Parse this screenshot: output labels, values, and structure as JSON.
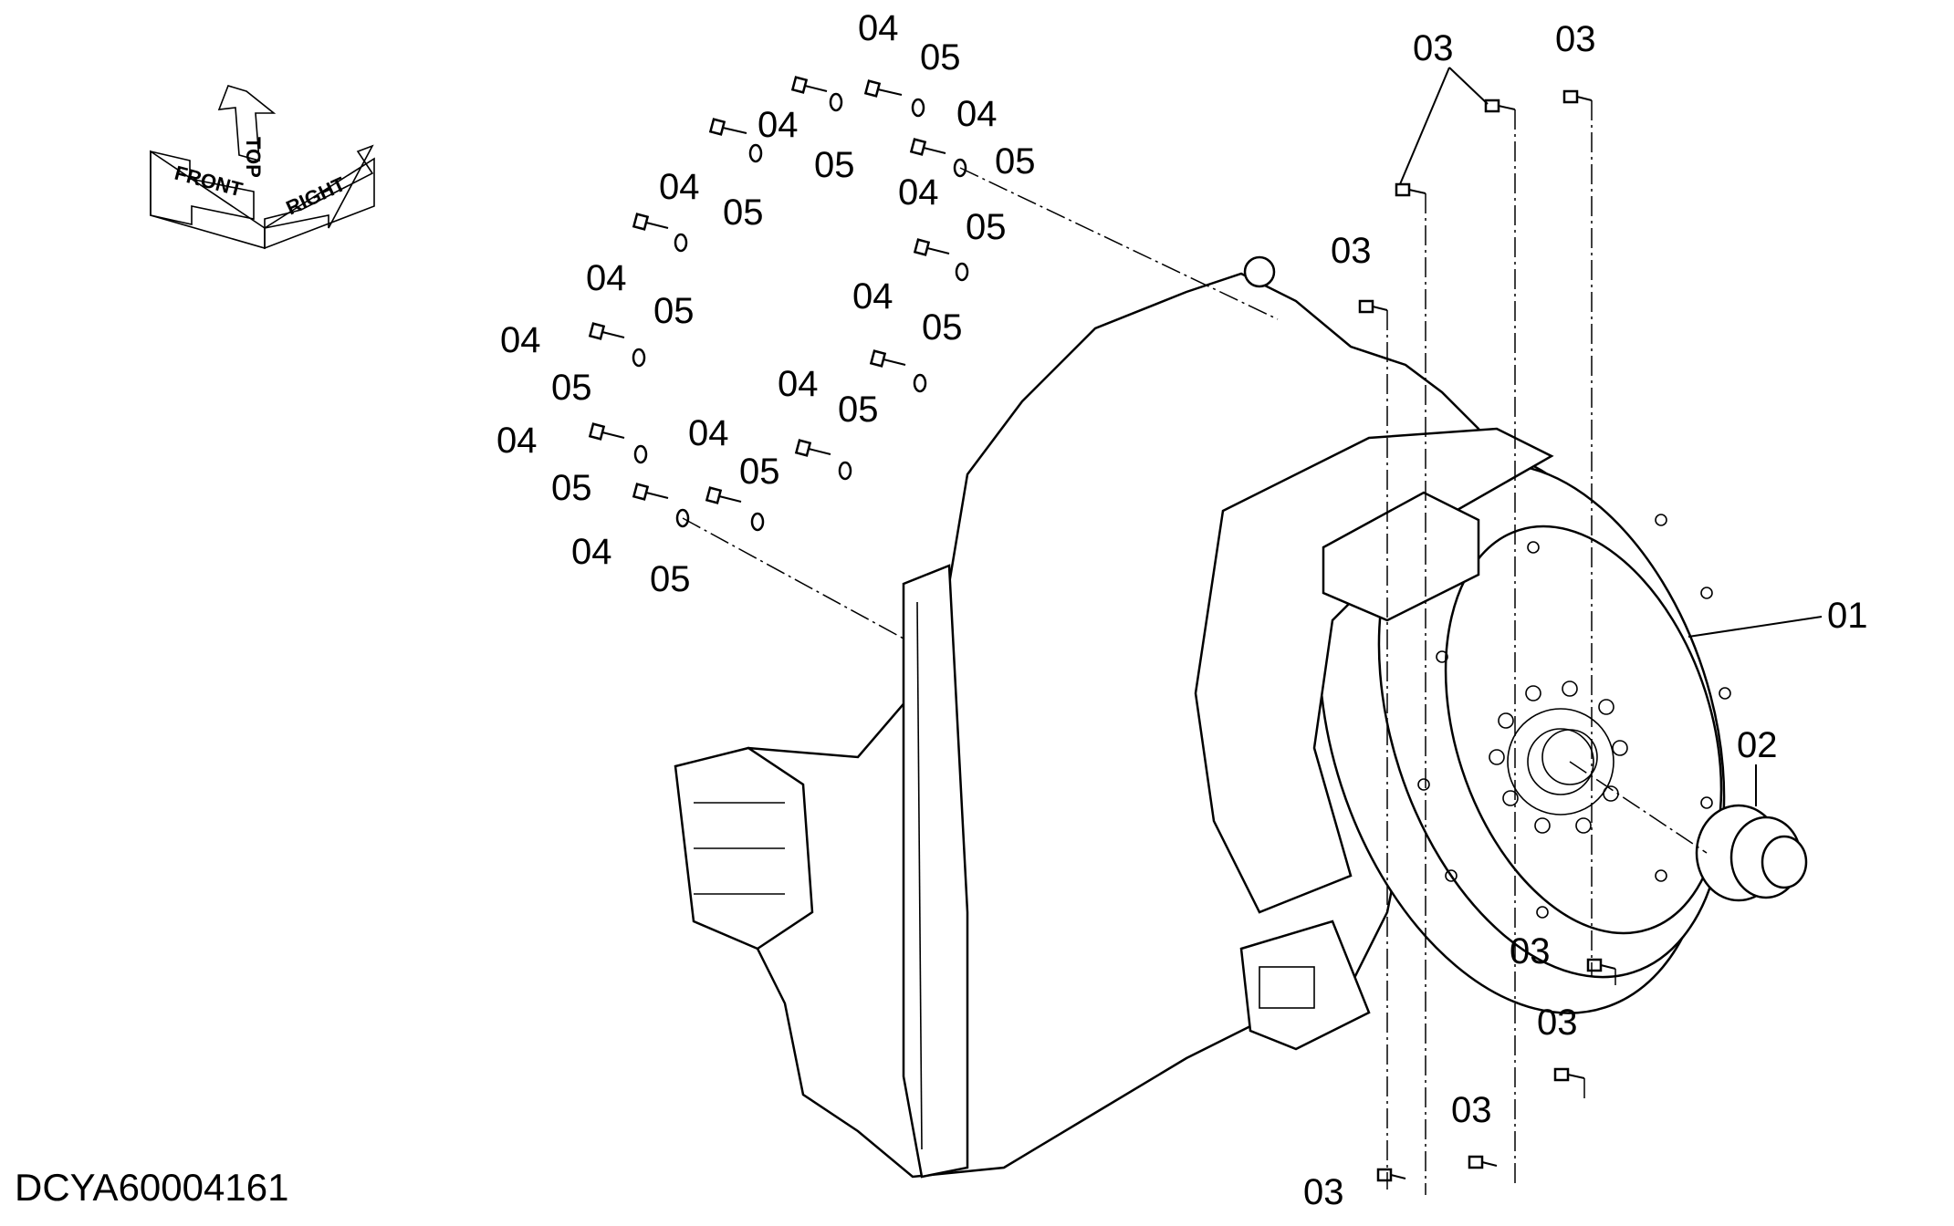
{
  "orientation_marker": {
    "top": "TOP",
    "front": "FRONT",
    "right": "RIGHT"
  },
  "callouts": [
    {
      "id": "01",
      "text": "01"
    },
    {
      "id": "02",
      "text": "02"
    },
    {
      "id": "03",
      "text": "03"
    },
    {
      "id": "04",
      "text": "04"
    },
    {
      "id": "05",
      "text": "05"
    }
  ],
  "drawing_code": "DCYA60004161"
}
